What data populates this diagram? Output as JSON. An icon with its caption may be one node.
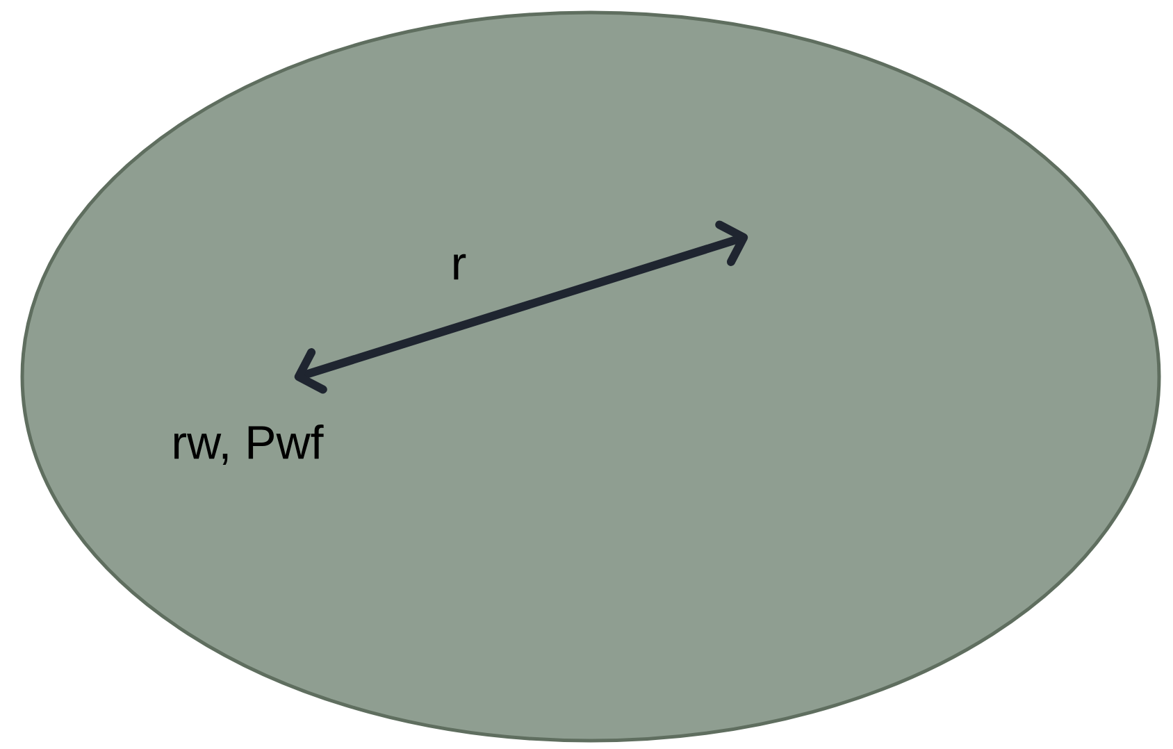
{
  "diagram": {
    "nodes": [
      {
        "text": [],
        "shape": "ellipse"
      }
    ],
    "labels": [
      "r",
      "rw, Pwf"
    ]
  }
}
